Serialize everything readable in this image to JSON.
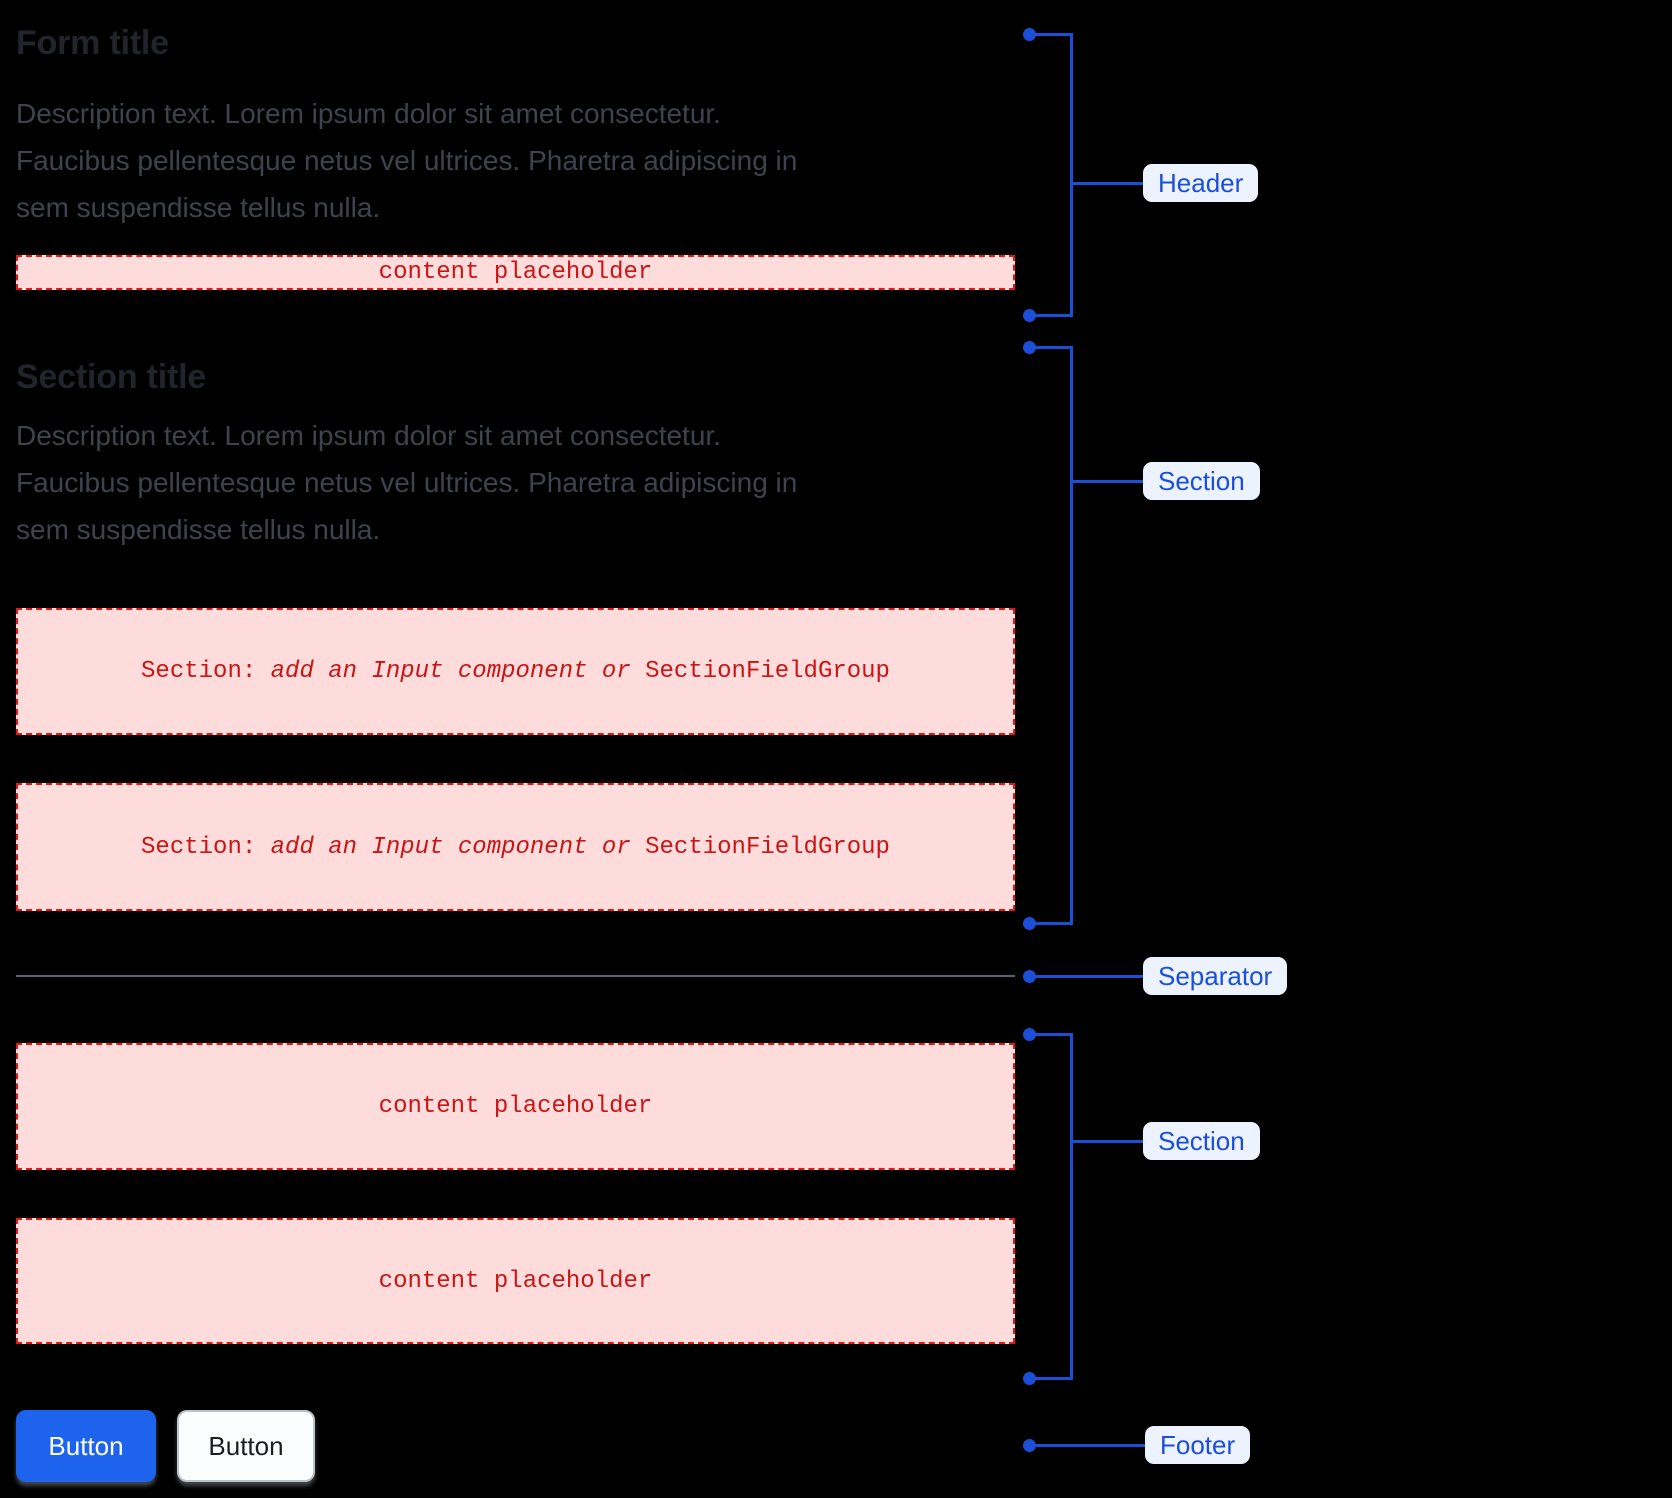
{
  "header": {
    "title": "Form title",
    "description": "Description text. Lorem ipsum dolor sit amet consectetur.\nFaucibus pellentesque netus vel ultrices. Pharetra adipiscing in\nsem suspendisse tellus nulla.",
    "placeholder": "content placeholder"
  },
  "section1": {
    "title": "Section title",
    "description": "Description text. Lorem ipsum dolor sit amet consectetur.\nFaucibus pellentesque netus vel ultrices. Pharetra adipiscing in\nsem suspendisse tellus nulla.",
    "boxes": [
      {
        "prefix": "Section: ",
        "italic": "add an Input component or",
        "suffix": " SectionFieldGroup"
      },
      {
        "prefix": "Section: ",
        "italic": "add an Input component or",
        "suffix": " SectionFieldGroup"
      }
    ]
  },
  "section2": {
    "placeholders": [
      "content placeholder",
      "content placeholder"
    ]
  },
  "footer": {
    "buttons": [
      {
        "label": "Button",
        "variant": "primary"
      },
      {
        "label": "Button",
        "variant": "secondary"
      }
    ]
  },
  "annotations": {
    "header_label": "Header",
    "section1_label": "Section",
    "separator_label": "Separator",
    "section2_label": "Section",
    "footer_label": "Footer"
  },
  "colors": {
    "background": "#000000",
    "title_text": "#21242b",
    "description_text": "#3f434d",
    "placeholder_background": "#ffdcdc",
    "placeholder_border": "#e11818",
    "placeholder_text": "#c91515",
    "annotation_blue": "#1c4fd7",
    "annotation_chip_background": "#ecf2fe",
    "separator_gray": "#5a6170",
    "primary_button_blue": "#1d63ed"
  }
}
